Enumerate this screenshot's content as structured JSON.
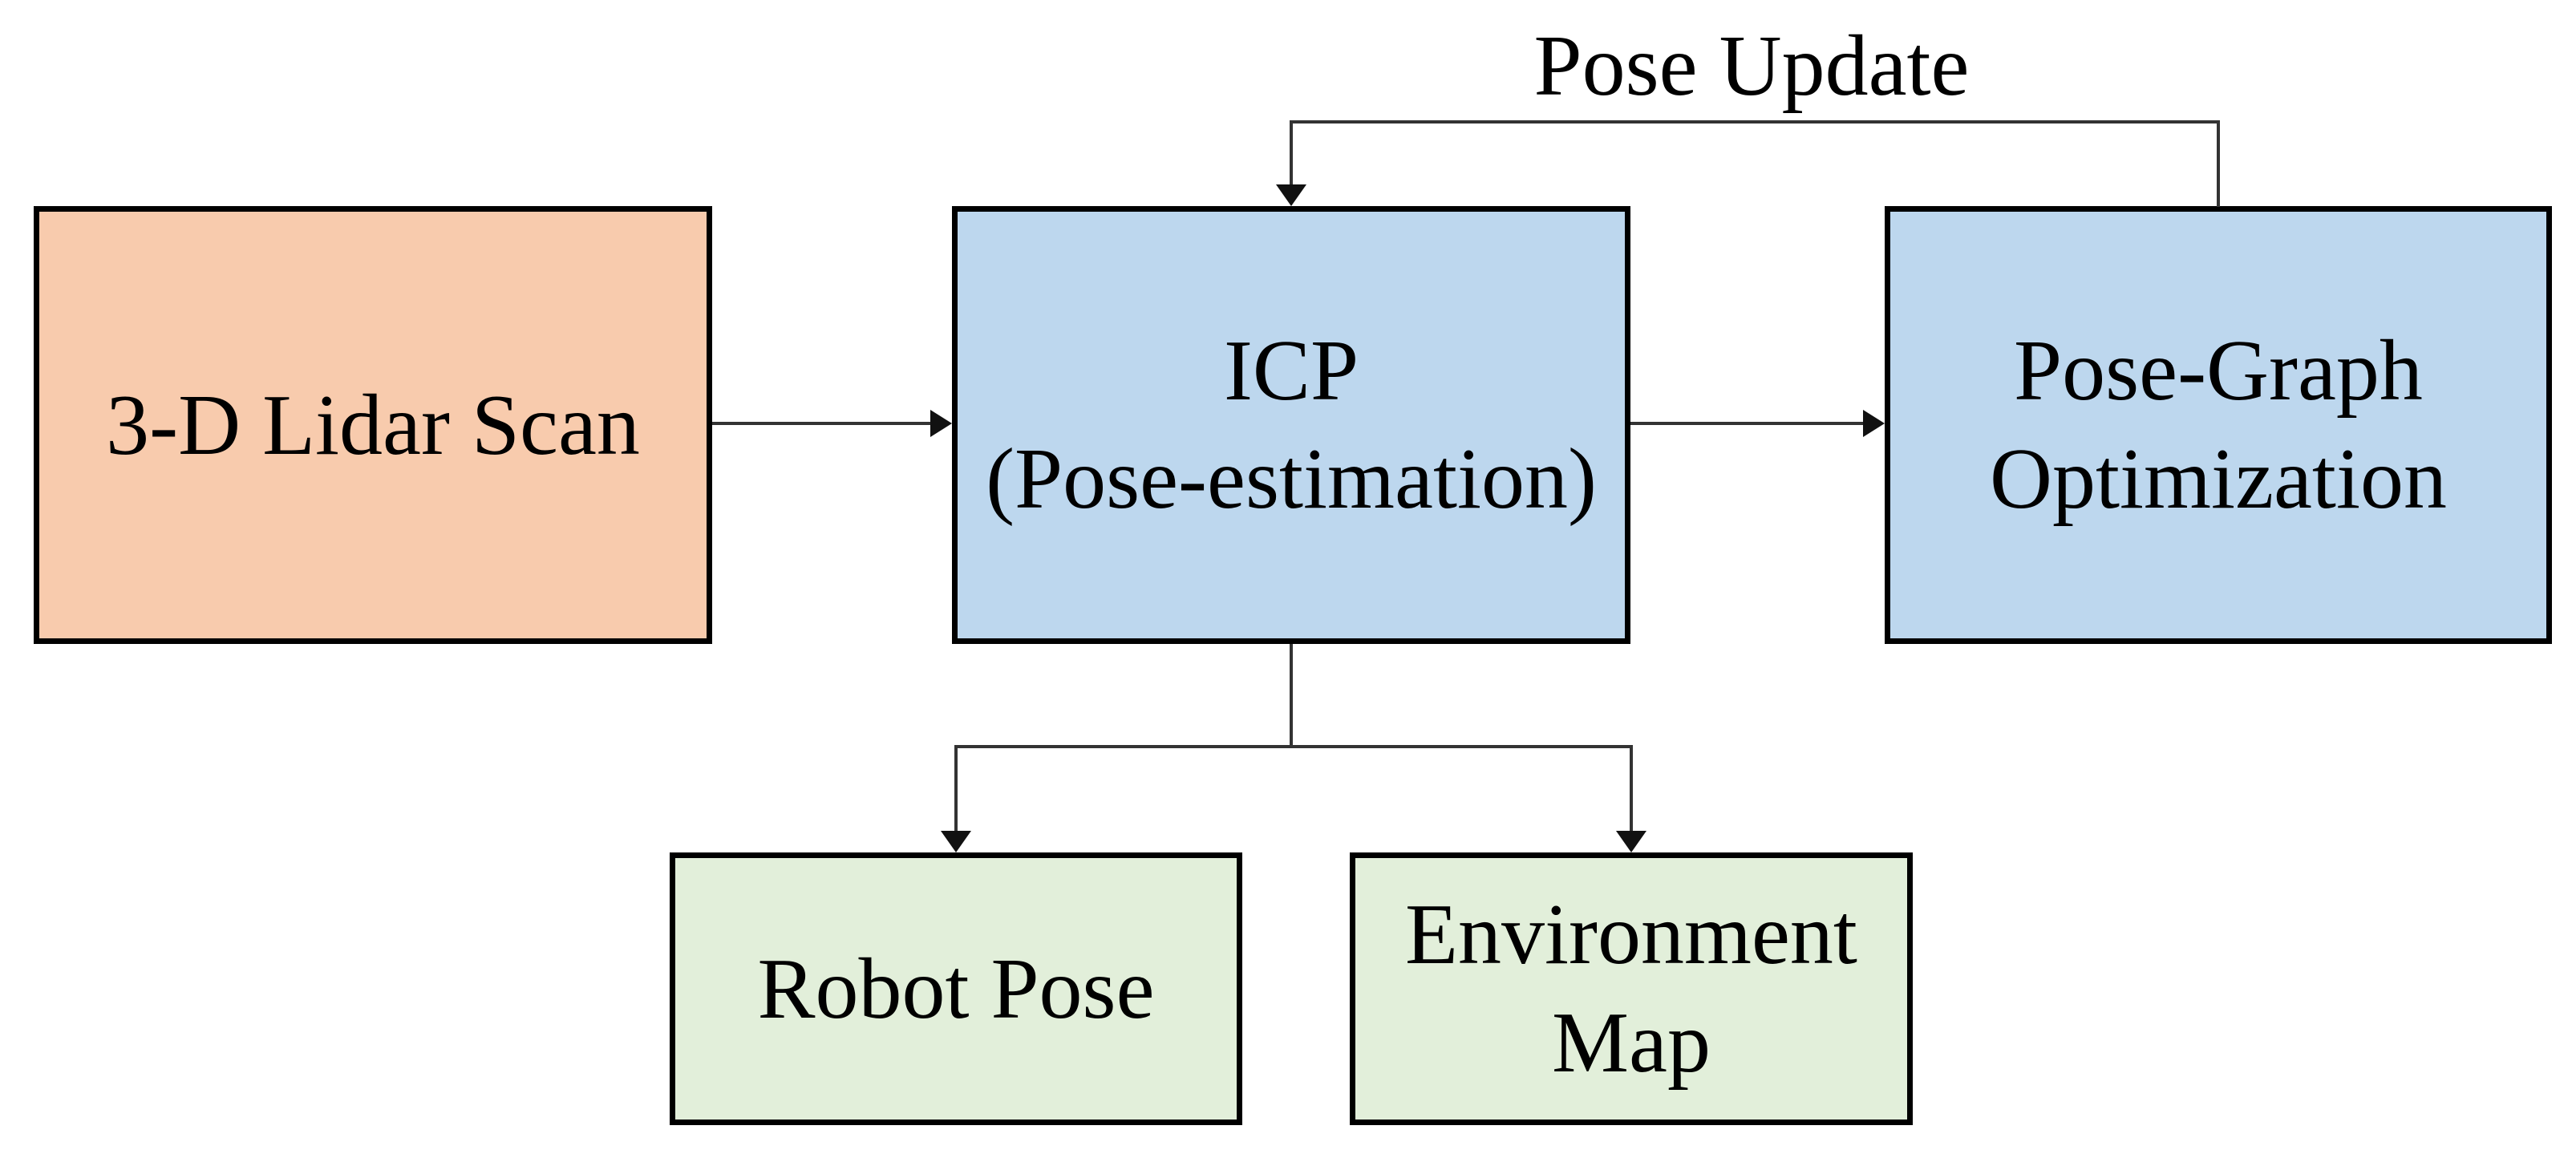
{
  "diagram": {
    "nodes": {
      "lidar_scan": {
        "label": "3-D Lidar Scan",
        "fill": "#F8CBAD"
      },
      "icp": {
        "lines": [
          "ICP",
          "(Pose-estimation)"
        ],
        "fill": "#BDD7EE"
      },
      "pose_graph": {
        "lines": [
          "Pose-Graph",
          "Optimization"
        ],
        "fill": "#BDD7EE"
      },
      "robot_pose": {
        "label": "Robot Pose",
        "fill": "#E2EFDA"
      },
      "environment_map": {
        "lines": [
          "Environment",
          "Map"
        ],
        "fill": "#E2EFDA"
      }
    },
    "edges": [
      {
        "from": "lidar_scan",
        "to": "icp",
        "label": ""
      },
      {
        "from": "icp",
        "to": "pose_graph",
        "label": ""
      },
      {
        "from": "pose_graph",
        "to": "icp",
        "label": "Pose Update"
      },
      {
        "from": "icp",
        "to": "robot_pose",
        "label": ""
      },
      {
        "from": "icp",
        "to": "environment_map",
        "label": ""
      }
    ],
    "colors": {
      "background": "#FFFFFF",
      "node_border": "#000000",
      "connector": "#333333",
      "arrowhead": "#111111",
      "text": "#000000"
    }
  }
}
